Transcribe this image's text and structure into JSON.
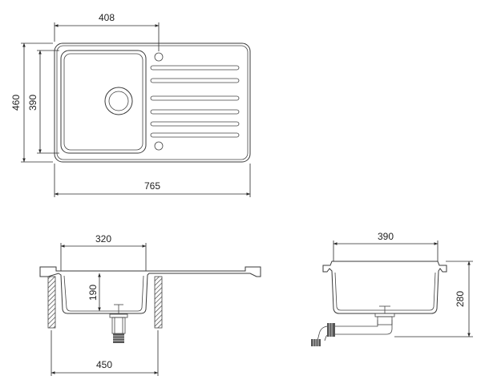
{
  "top_view": {
    "dim_bowl_width": "408",
    "dim_height_outer": "460",
    "dim_bowl_height": "390",
    "dim_total_width": "765"
  },
  "side_view": {
    "dim_bowl_width": "320",
    "dim_depth": "190",
    "dim_cutout_width": "450"
  },
  "end_view": {
    "dim_bowl_width": "390",
    "dim_depth": "280"
  }
}
